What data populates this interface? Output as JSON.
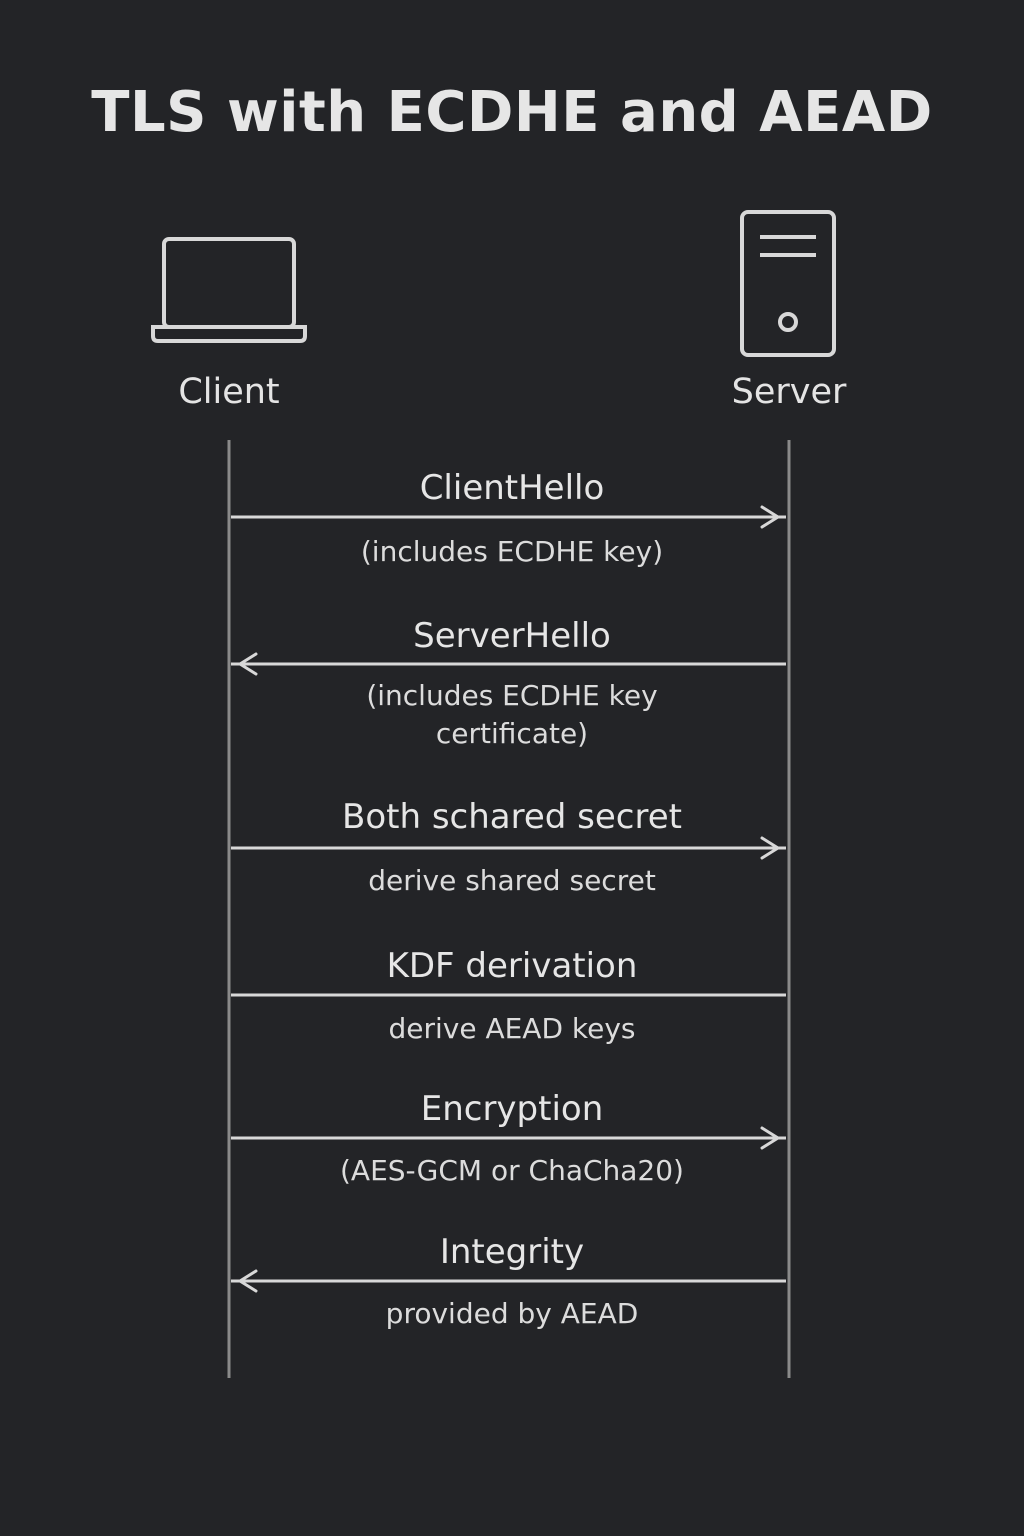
{
  "title": "TLS with ECDHE and AEAD",
  "actors": {
    "client": {
      "label": "Client",
      "icon": "laptop-icon"
    },
    "server": {
      "label": "Server",
      "icon": "server-icon"
    }
  },
  "messages": [
    {
      "label": "ClientHello",
      "sub": "(includes ECDHE key)",
      "direction": "client-to-server"
    },
    {
      "label": "ServerHello",
      "sub": "(includes ECDHE key certificate)",
      "direction": "server-to-client"
    },
    {
      "label": "Both schared secret",
      "sub": "derive shared secret",
      "direction": "client-to-server"
    },
    {
      "label": "KDF derivation",
      "sub": "derive AEAD keys",
      "direction": "none"
    },
    {
      "label": "Encryption",
      "sub": "(AES-GCM or ChaCha20)",
      "direction": "client-to-server"
    },
    {
      "label": "Integrity",
      "sub": "provided by AEAD",
      "direction": "server-to-client"
    }
  ],
  "colors": {
    "background": "#232427",
    "line": "#d8d8d8",
    "lifeline": "#8a8a8a",
    "text": "#e4e4e4"
  }
}
